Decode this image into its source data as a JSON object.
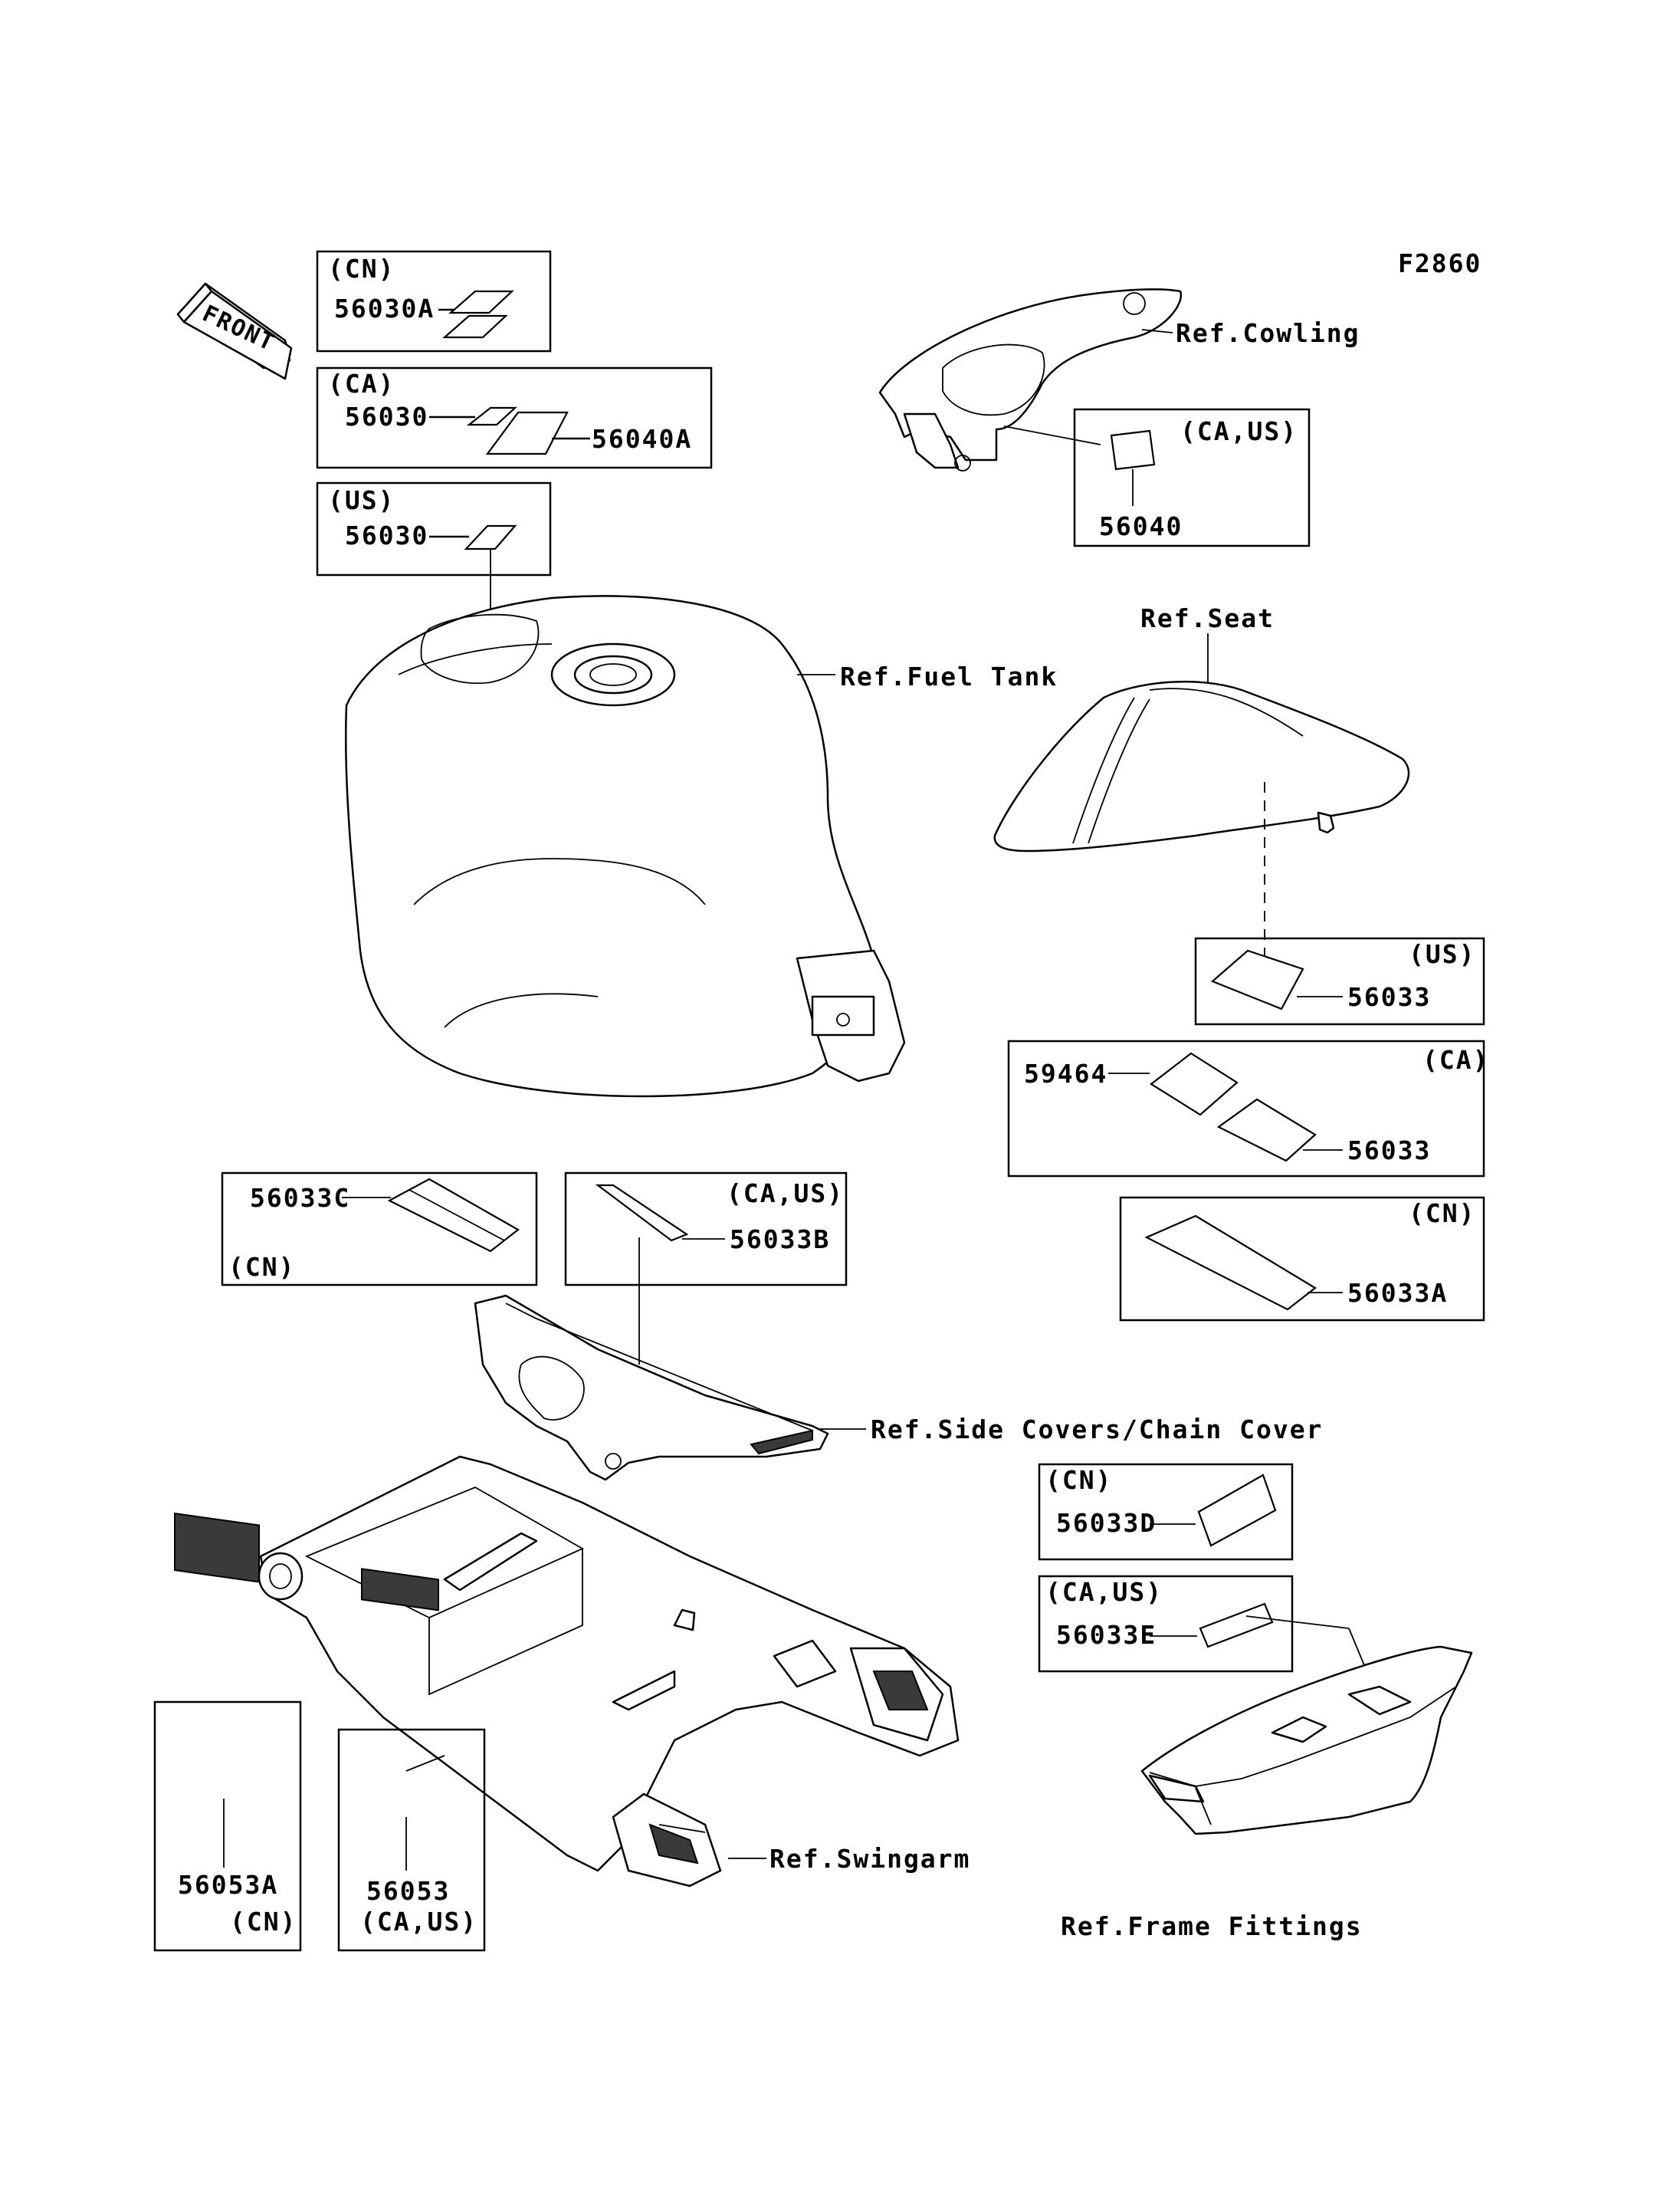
{
  "figure_code": "F2860",
  "front_label": "FRONT",
  "refs": {
    "cowling": "Ref.Cowling",
    "fuel_tank": "Ref.Fuel Tank",
    "seat": "Ref.Seat",
    "side_covers": "Ref.Side Covers/Chain Cover",
    "swingarm": "Ref.Swingarm",
    "frame_fittings": "Ref.Frame Fittings"
  },
  "boxes": {
    "cn_tank": {
      "region": "(CN)",
      "part": "56030A"
    },
    "ca_tank": {
      "region": "(CA)",
      "part1": "56030",
      "part2": "56040A"
    },
    "us_tank": {
      "region": "(US)",
      "part": "56030"
    },
    "cowling": {
      "region": "(CA,US)",
      "part": "56040"
    },
    "us_seat": {
      "region": "(US)",
      "part": "56033"
    },
    "ca_seat": {
      "region": "(CA)",
      "part1": "59464",
      "part2": "56033"
    },
    "cn_seat": {
      "region": "(CN)",
      "part": "56033A"
    },
    "cn_side": {
      "region": "(CN)",
      "part": "56033C"
    },
    "caus_side": {
      "region": "(CA,US)",
      "part": "56033B"
    },
    "cn_frame": {
      "region": "(CN)",
      "part": "56033D"
    },
    "caus_frame": {
      "region": "(CA,US)",
      "part": "56033E"
    },
    "cn_swing": {
      "region": "(CN)",
      "part": "56053A"
    },
    "caus_swing": {
      "region": "(CA,US)",
      "part": "56053"
    }
  }
}
